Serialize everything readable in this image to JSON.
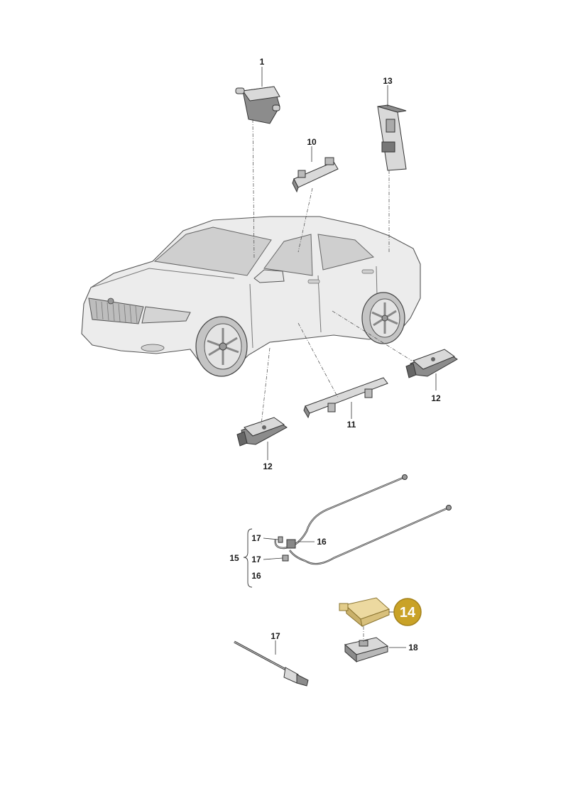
{
  "labels": {
    "p1": "1",
    "p13": "13",
    "p10": "10",
    "p12_right": "12",
    "p11": "11",
    "p12_left": "12",
    "p15_17a": "17",
    "p15_16a": "16",
    "p15": "15",
    "p15_17b": "17",
    "p15_16b": "16",
    "p17": "17",
    "p18": "18",
    "p14": "14"
  },
  "colors": {
    "highlight_badge": "#c9a227",
    "highlight_part": "#e2cc8a",
    "line": "#333333"
  }
}
